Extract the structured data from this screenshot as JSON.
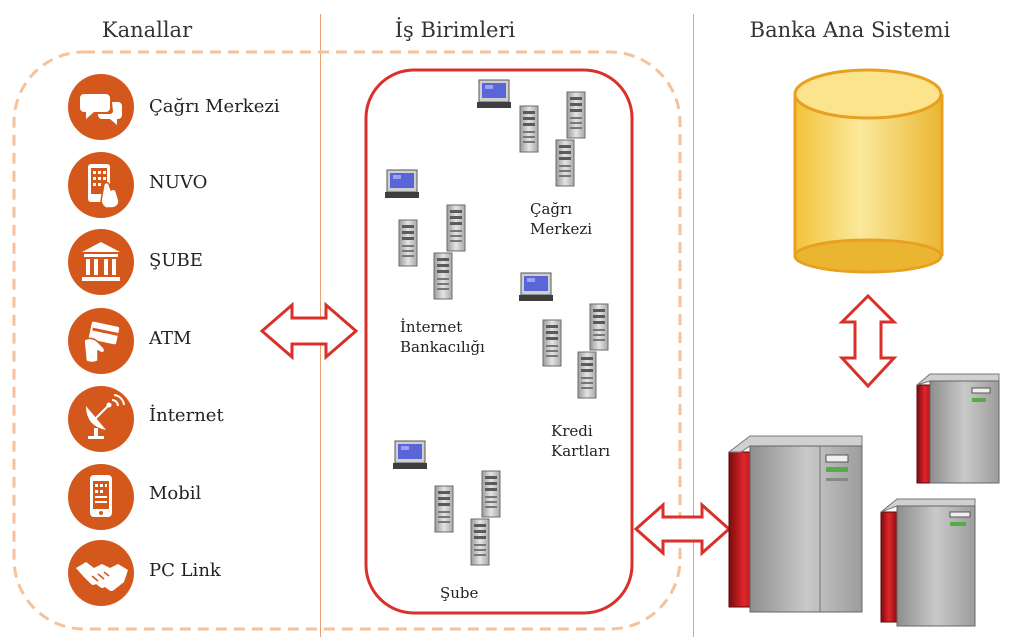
{
  "columns": {
    "channels_title": "Kanallar",
    "units_title": "İş Birimleri",
    "core_title": "Banka Ana Sistemi"
  },
  "channels": [
    {
      "label": "Çağrı Merkezi",
      "icon": "chat-bubbles-icon"
    },
    {
      "label": "NUVO",
      "icon": "touch-phone-icon"
    },
    {
      "label": "ŞUBE",
      "icon": "bank-building-icon"
    },
    {
      "label": "ATM",
      "icon": "card-hand-icon"
    },
    {
      "label": "İnternet",
      "icon": "satellite-dish-icon"
    },
    {
      "label": "Mobil",
      "icon": "mobile-phone-icon"
    },
    {
      "label": "PC Link",
      "icon": "handshake-icon"
    }
  ],
  "units": {
    "call_center": [
      "Çağrı",
      "Merkezi"
    ],
    "internet_banking": [
      "İnternet",
      "Bankacılığı"
    ],
    "credit_cards": [
      "Kredi",
      "Kartları"
    ],
    "branch": [
      "Şube"
    ]
  },
  "colors": {
    "accent": "#d4581b",
    "arrow": "#d9302a",
    "dashed_border": "#f5c29a",
    "database": "#f6d35a",
    "mainframe_red": "#c4161c"
  }
}
